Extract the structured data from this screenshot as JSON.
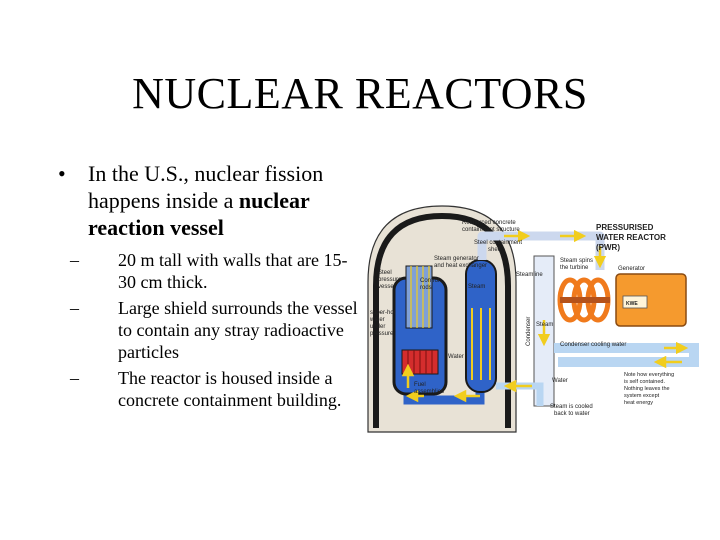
{
  "slide": {
    "title": "NUCLEAR REACTORS",
    "bullet": {
      "marker": "•",
      "text_before": "In the U.S., nuclear fission happens inside  a ",
      "text_bold": "nuclear reaction vessel",
      "subbullets": [
        {
          "marker": "–",
          "text": "20 m tall with walls that are 15-30 cm thick."
        },
        {
          "marker": "–",
          "text": "Large shield surrounds the vessel to contain any stray radioactive particles"
        },
        {
          "marker": "–",
          "text": "The reactor is housed inside a concrete containment building."
        }
      ]
    }
  },
  "diagram": {
    "title_lines": [
      "PRESSURISED",
      "WATER REACTOR",
      "(PWR)"
    ],
    "labels": {
      "reinforced_line1": "Reinforced concrete",
      "reinforced_line2": "containment structure",
      "steel_shell_line1": "Steel containment",
      "steel_shell_line2": "shell",
      "steam_gen_line1": "Steam generator",
      "steam_gen_line2": "and heat exchanger",
      "steel_vessel_line1": "Steel",
      "steel_vessel_line2": "pressure",
      "steel_vessel_line3": "vessel",
      "control_rods_line1": "Control",
      "control_rods_line2": "rods",
      "steam_top": "Steam",
      "steamline": "Steamline",
      "steam_spins_line1": "Steam spins",
      "steam_spins_line2": "the turbine",
      "generator": "Generator",
      "kwe": "KWE",
      "condenser": "Condenser",
      "steam_right": "Steam",
      "superhot_line1": "super-hot",
      "superhot_line2": "water",
      "superhot_line3": "under",
      "superhot_line4": "pressure",
      "water_inner": "Water",
      "fuel_line1": "Fuel",
      "fuel_line2": "assemblies",
      "condenser_cooling": "Condenser  cooling  water",
      "water_bottom": "Water",
      "steam_cooled_line1": "Steam is cooled",
      "steam_cooled_line2": "back to water",
      "note_line1": "Note how everything",
      "note_line2": "is self contained.",
      "note_line3": "Nothing leaves the",
      "note_line4": "system except",
      "note_line5": "heat energy"
    },
    "colors": {
      "concrete": "#e8e2d6",
      "dark_wall": "#1a1a1a",
      "water_blue": "#2f63c8",
      "steam_line": "#ccd8ee",
      "arrow_yellow": "#f1cd1e",
      "fuel_red": "#d42d2d",
      "turbine_orange": "#f07a1c",
      "generator_orange": "#f59a2e",
      "title_red": "#c42a1e",
      "cooling_light": "#b9d6f2"
    }
  }
}
